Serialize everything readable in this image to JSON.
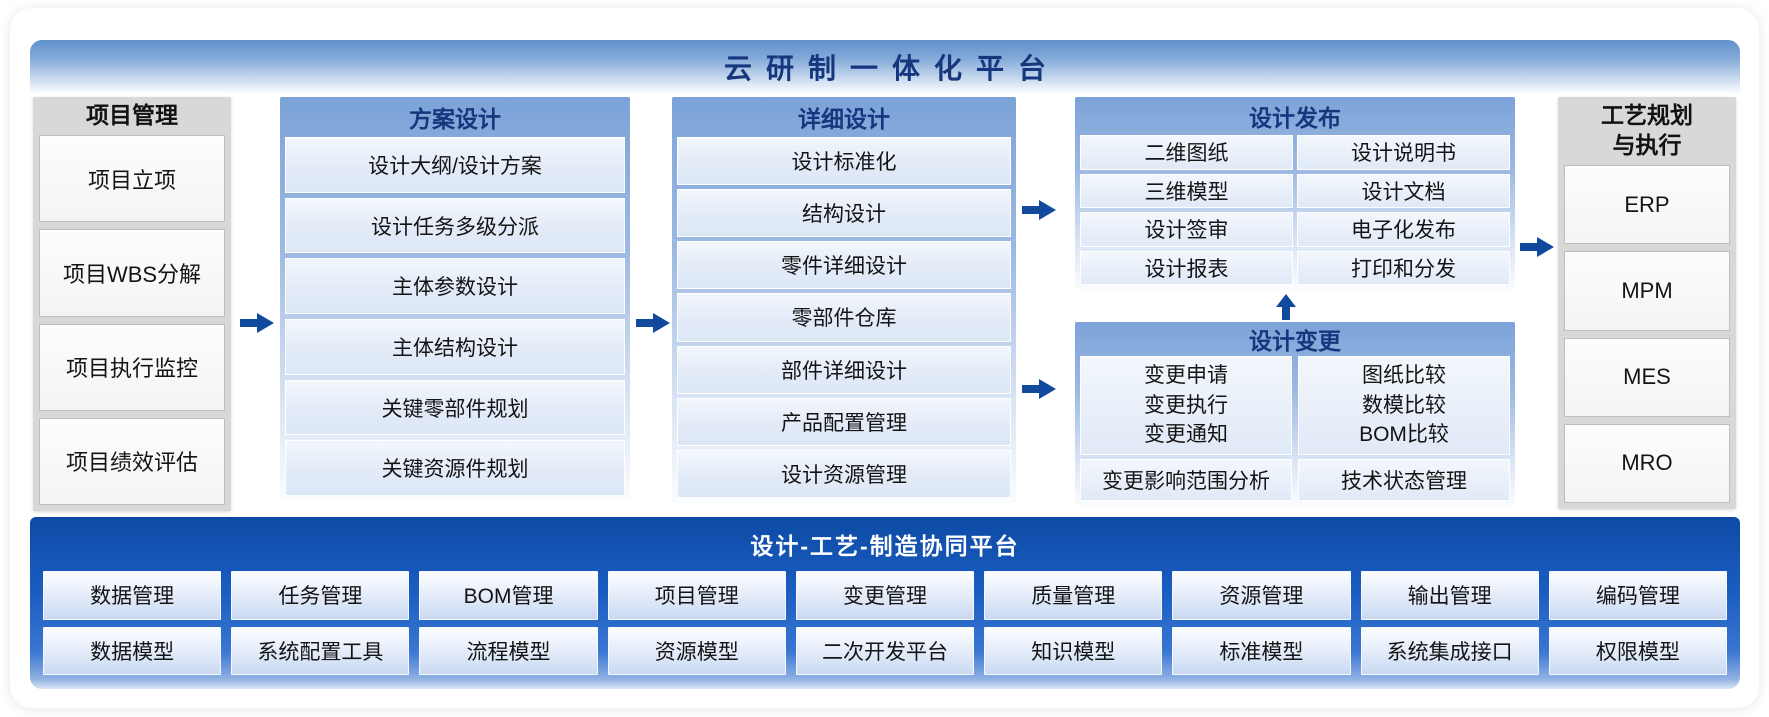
{
  "banner": {
    "title": "云研制一体化平台"
  },
  "columns": {
    "project": {
      "title": "项目管理",
      "items": [
        "项目立项",
        "项目WBS分解",
        "项目执行监控",
        "项目绩效评估"
      ]
    },
    "scheme": {
      "title": "方案设计",
      "items": [
        "设计大纲/设计方案",
        "设计任务多级分派",
        "主体参数设计",
        "主体结构设计",
        "关键零部件规划",
        "关键资源件规划"
      ]
    },
    "detail": {
      "title": "详细设计",
      "items": [
        "设计标准化",
        "结构设计",
        "零件详细设计",
        "零部件仓库",
        "部件详细设计",
        "产品配置管理",
        "设计资源管理"
      ]
    },
    "release": {
      "title": "设计发布",
      "rows": [
        [
          "二维图纸",
          "设计说明书"
        ],
        [
          "三维模型",
          "设计文档"
        ],
        [
          "设计签审",
          "电子化发布"
        ],
        [
          "设计报表",
          "打印和分发"
        ]
      ]
    },
    "change": {
      "title": "设计变更",
      "left_lines": [
        "变更申请",
        "变更执行",
        "变更通知"
      ],
      "right_lines": [
        "图纸比较",
        "数模比较",
        "BOM比较"
      ],
      "bottom": [
        "变更影响范围分析",
        "技术状态管理"
      ]
    },
    "process": {
      "title_line1": "工艺规划",
      "title_line2": "与执行",
      "items": [
        "ERP",
        "MPM",
        "MES",
        "MRO"
      ]
    }
  },
  "platform": {
    "title": "设计-工艺-制造协同平台",
    "row1": [
      "数据管理",
      "任务管理",
      "BOM管理",
      "项目管理",
      "变更管理",
      "质量管理",
      "资源管理",
      "输出管理",
      "编码管理"
    ],
    "row2": [
      "数据模型",
      "系统配置工具",
      "流程模型",
      "资源模型",
      "二次开发平台",
      "知识模型",
      "标准模型",
      "系统集成接口",
      "权限模型"
    ]
  },
  "colors": {
    "banner_top": "#6090cb",
    "column_header_blue": "#7ba3d8",
    "header_text_navy": "#16377e",
    "item_light_blue": "#e3ebf8",
    "gray_panel": "#d8d8d8",
    "platform_blue": "#1b5ec2",
    "arrow_navy": "#11499d",
    "text_dark": "#141414",
    "platform_title_white": "#ffffff"
  }
}
